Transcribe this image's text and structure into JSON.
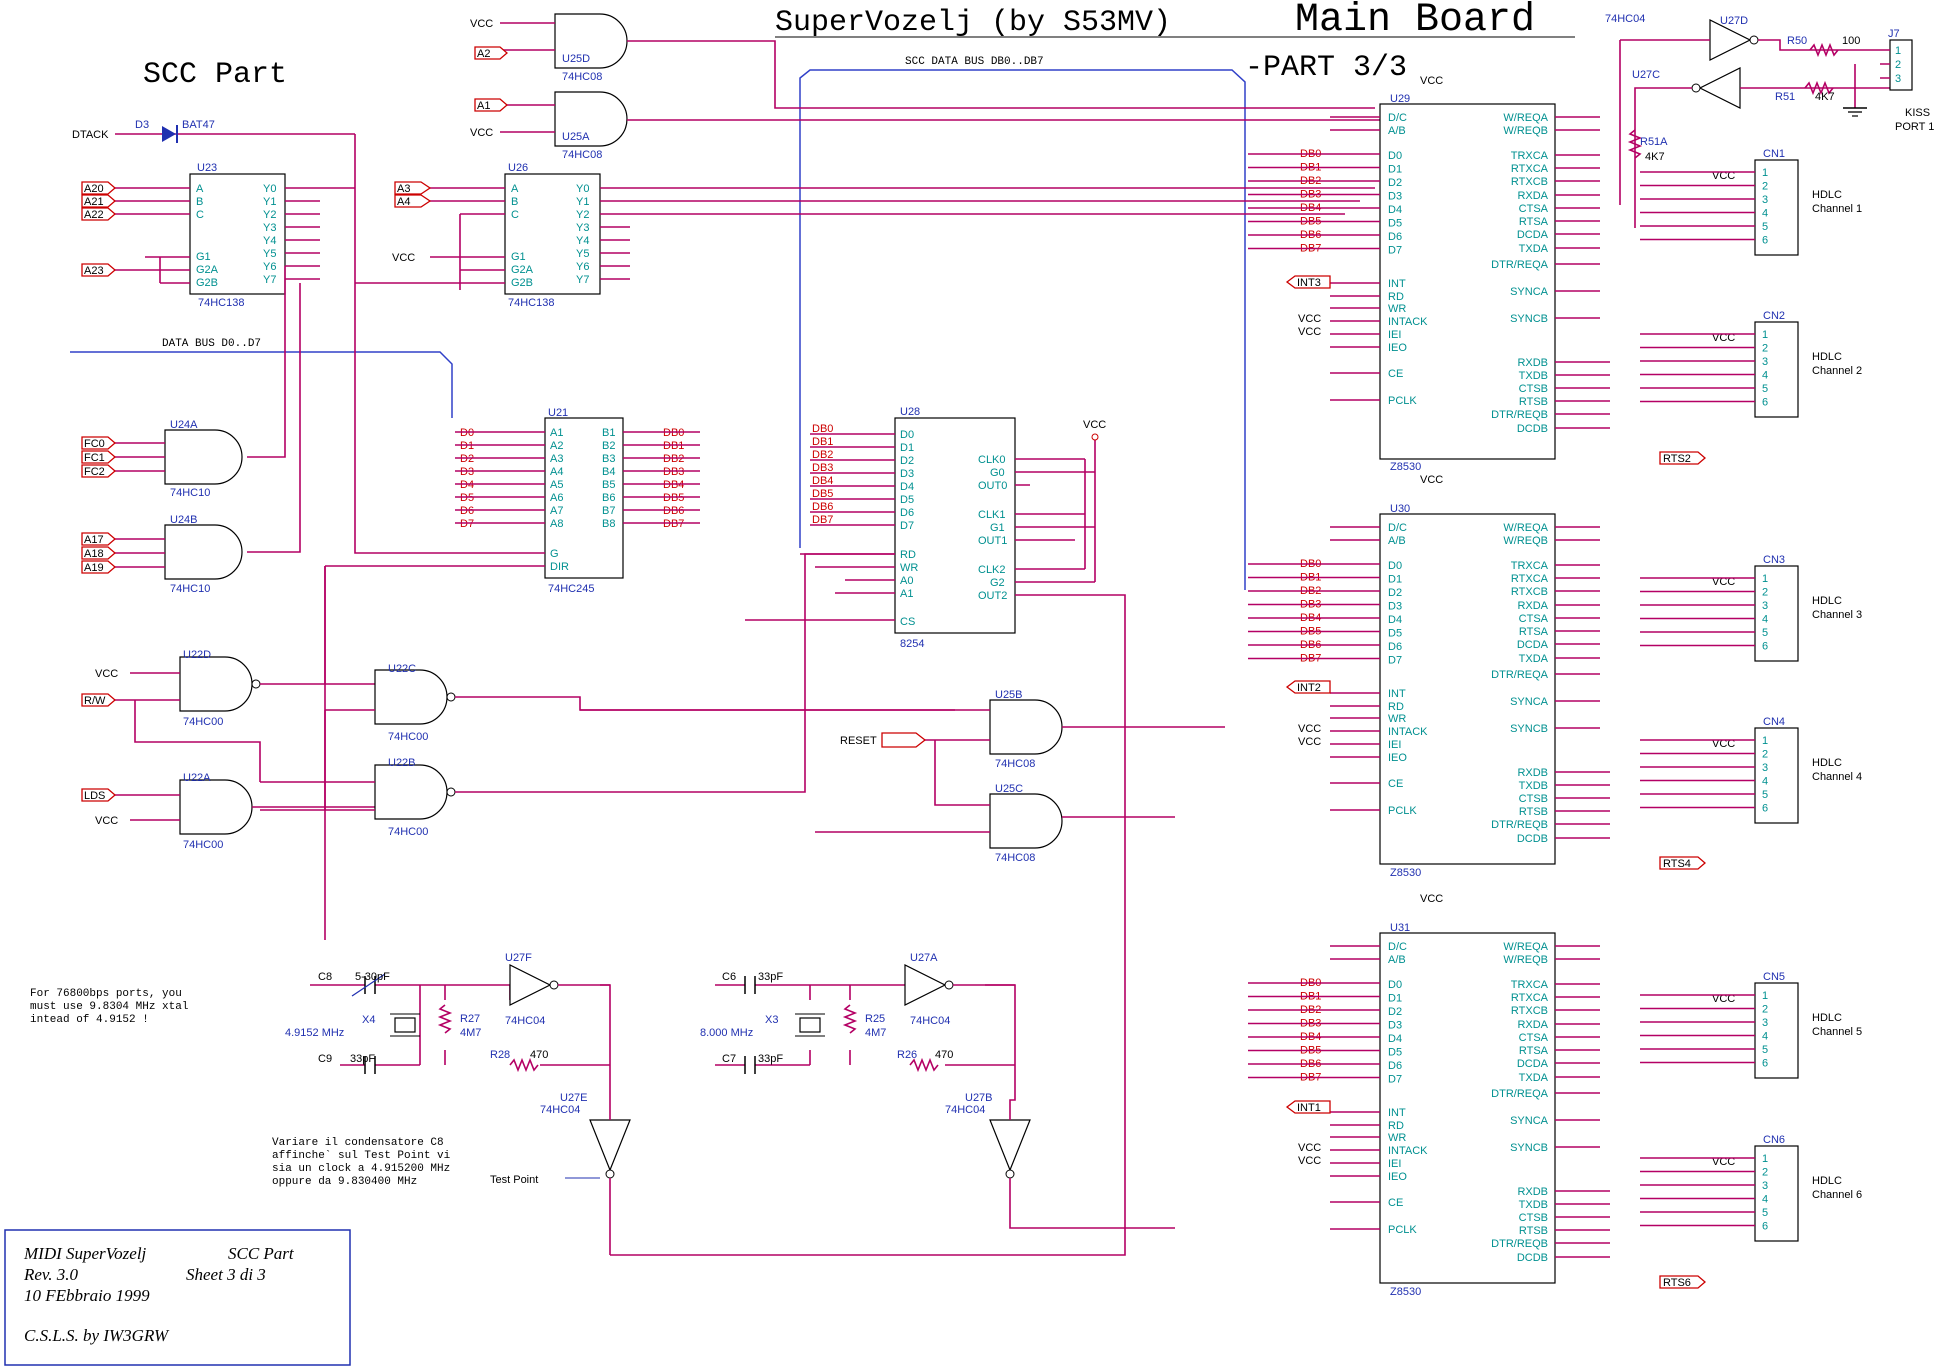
{
  "title": {
    "main": "SuperVozelj  (by S53MV)",
    "board": "Main Board",
    "part": "-PART 3/3",
    "section": "SCC Part"
  },
  "buses": {
    "scc": "SCC DATA BUS DB0..DB7",
    "data": "DATA BUS D0..D7"
  },
  "title_block": {
    "line1a": "MIDI SuperVozelj",
    "line1b": "SCC Part",
    "line2a": "Rev. 3.0",
    "line2b": "Sheet 3  di  3",
    "line3": "10 FEbbraio 1999",
    "line4": "C.S.L.S. by IW3GRW"
  },
  "notes": {
    "xtal1": "For 76800bps ports, you",
    "xtal2": "must use 9.8304 MHz xtal",
    "xtal3": "intead of 4.9152 !",
    "cap1": "Variare il condensatore C8",
    "cap2": "affinche` sul Test Point vi",
    "cap3": "sia un clock a 4.915200 MHz",
    "cap4": "oppure da 9.830400 MHz",
    "testpoint": "Test Point"
  },
  "parts": {
    "u23": "U23",
    "u26": "U26",
    "hc138": "74HC138",
    "u21": "U21",
    "hc245": "74HC245",
    "u28": "U28",
    "p8254": "8254",
    "u29": "U29",
    "u30": "U30",
    "u31": "U31",
    "z8530": "Z8530",
    "u25d": "U25D",
    "u25a": "U25A",
    "u25b": "U25B",
    "u25c": "U25C",
    "hc08": "74HC08",
    "u24a": "U24A",
    "u24b": "U24B",
    "hc10": "74HC10",
    "u22d": "U22D",
    "u22c": "U22C",
    "u22a": "U22A",
    "u22b": "U22B",
    "hc00": "74HC00",
    "u27d": "U27D",
    "u27c": "U27C",
    "u27f": "U27F",
    "u27a": "U27A",
    "u27e": "U27E",
    "u27b": "U27B",
    "hc04": "74HC04",
    "d3": "D3",
    "bat47": "BAT47",
    "j7": "J7",
    "kiss": "KISS",
    "port1": "PORT 1",
    "r50": "R50",
    "r50v": "100",
    "r51": "R51",
    "r51v": "4K7",
    "r51a": "R51A",
    "r51av": "4K7",
    "c8": "C8",
    "c8v": "5-30pF",
    "c9": "C9",
    "c9v": "33pF",
    "x4": "X4",
    "x4f": "4.9152 MHz",
    "r27": "R27",
    "r27v": "4M7",
    "r28": "R28",
    "r28v": "470",
    "c6": "C6",
    "c6v": "33pF",
    "c7": "C7",
    "c7v": "33pF",
    "x3": "X3",
    "x3f": "8.000 MHz",
    "r25": "R25",
    "r25v": "4M7",
    "r26": "R26",
    "r26v": "470"
  },
  "signals": {
    "vcc": "VCC",
    "dtack": "DTACK",
    "a20": "A20",
    "a21": "A21",
    "a22": "A22",
    "a23": "A23",
    "a1": "A1",
    "a2": "A2",
    "a3": "A3",
    "a4": "A4",
    "fc0": "FC0",
    "fc1": "FC1",
    "fc2": "FC2",
    "a17": "A17",
    "a18": "A18",
    "a19": "A19",
    "rw": "R/W",
    "lds": "LDS",
    "reset": "RESET",
    "int3": "INT3",
    "int2": "INT2",
    "int1": "INT1",
    "rts2": "RTS2",
    "rts4": "RTS4",
    "rts6": "RTS6",
    "hc74": "74HC04"
  },
  "pins": {
    "dec_in": [
      "A",
      "B",
      "C",
      "G1",
      "G2A",
      "G2B"
    ],
    "dec_out": [
      "Y0",
      "Y1",
      "Y2",
      "Y3",
      "Y4",
      "Y5",
      "Y6",
      "Y7"
    ],
    "buf_a": [
      "A1",
      "A2",
      "A3",
      "A4",
      "A5",
      "A6",
      "A7",
      "A8"
    ],
    "buf_b": [
      "B1",
      "B2",
      "B3",
      "B4",
      "B5",
      "B6",
      "B7",
      "B8"
    ],
    "buf_ctl": [
      "G",
      "DIR"
    ],
    "d_bus": [
      "D0",
      "D1",
      "D2",
      "D3",
      "D4",
      "D5",
      "D6",
      "D7"
    ],
    "db_nets": [
      "DB0",
      "DB1",
      "DB2",
      "DB3",
      "DB4",
      "DB5",
      "DB6",
      "DB7"
    ],
    "d_nets": [
      "D0",
      "D1",
      "D2",
      "D3",
      "D4",
      "D5",
      "D6",
      "D7"
    ],
    "timer_ctl": [
      "RD",
      "WR",
      "A0",
      "A1",
      "CS"
    ],
    "timer_out": [
      "CLK0",
      "G0",
      "OUT0",
      "CLK1",
      "G1",
      "OUT1",
      "CLK2",
      "G2",
      "OUT2"
    ],
    "scc_ctl1": [
      "D/C",
      "A/B"
    ],
    "scc_ctl2": [
      "INT",
      "RD",
      "WR",
      "INTACK",
      "IEI",
      "IEO",
      "CE",
      "PCLK"
    ],
    "scc_a": [
      "W/REQA",
      "W/REQB",
      "TRXCA",
      "RTXCA",
      "RTXCB",
      "RXDA",
      "CTSA",
      "RTSA",
      "DCDA",
      "TXDA",
      "DTR/REQA",
      "SYNCA",
      "SYNCB"
    ],
    "scc_b": [
      "RXDB",
      "TXDB",
      "CTSB",
      "RTSB",
      "DTR/REQB",
      "DCDB"
    ],
    "cn_pins": [
      "1",
      "2",
      "3",
      "4",
      "5",
      "6"
    ],
    "j7_pins": [
      "1",
      "2",
      "3"
    ]
  },
  "connectors": [
    {
      "id": "CN1",
      "label": "HDLC",
      "channel": "Channel 1"
    },
    {
      "id": "CN2",
      "label": "HDLC",
      "channel": "Channel 2"
    },
    {
      "id": "CN3",
      "label": "HDLC",
      "channel": "Channel 3"
    },
    {
      "id": "CN4",
      "label": "HDLC",
      "channel": "Channel 4"
    },
    {
      "id": "CN5",
      "label": "HDLC",
      "channel": "Channel 5"
    },
    {
      "id": "CN6",
      "label": "HDLC",
      "channel": "Channel 6"
    }
  ],
  "colors": {
    "wire": "#b40064",
    "pinText": "#009090",
    "netText": "#cc0000",
    "refText": "#2030b0"
  }
}
